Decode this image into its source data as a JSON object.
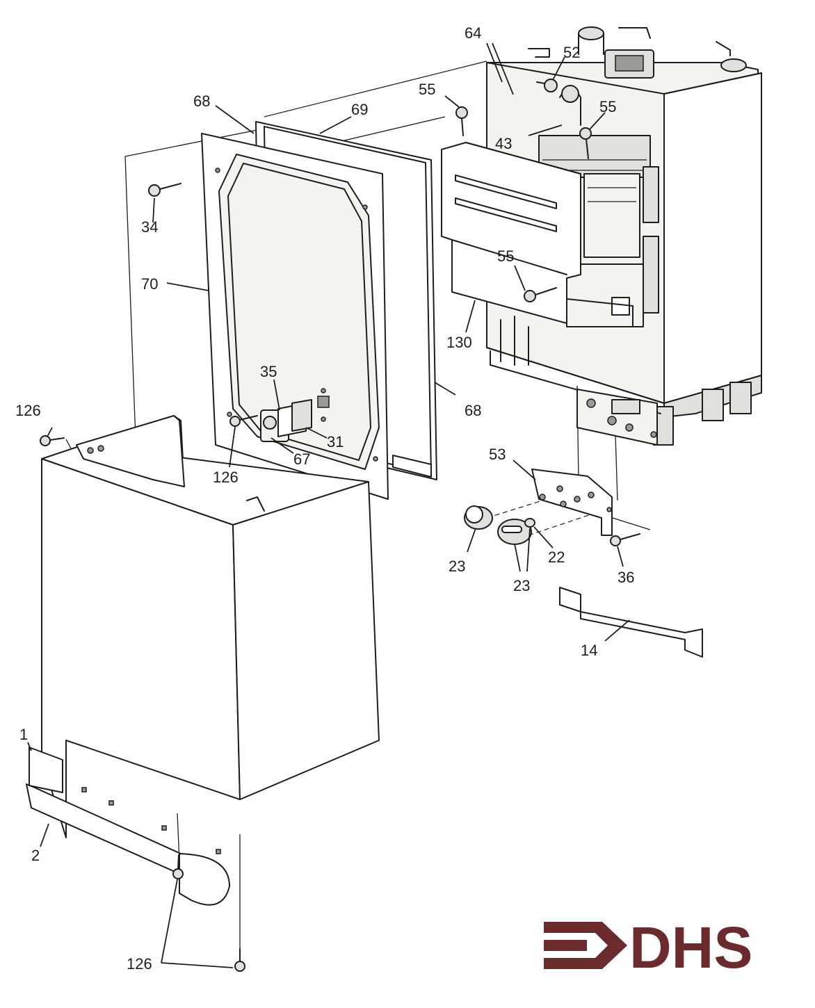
{
  "labels": {
    "p1": "1",
    "p2": "2",
    "p14": "14",
    "p22": "22",
    "p23a": "23",
    "p23b": "23",
    "p31": "31",
    "p34": "34",
    "p35": "35",
    "p36": "36",
    "p43": "43",
    "p52": "52",
    "p53": "53",
    "p55a": "55",
    "p55b": "55",
    "p55c": "55",
    "p64": "64",
    "p67": "67",
    "p68a": "68",
    "p68b": "68",
    "p69": "69",
    "p70": "70",
    "p126a": "126",
    "p126b": "126",
    "p126c": "126",
    "p130": "130"
  },
  "logo": {
    "text": "DHS",
    "color": "#6b2a2c"
  }
}
